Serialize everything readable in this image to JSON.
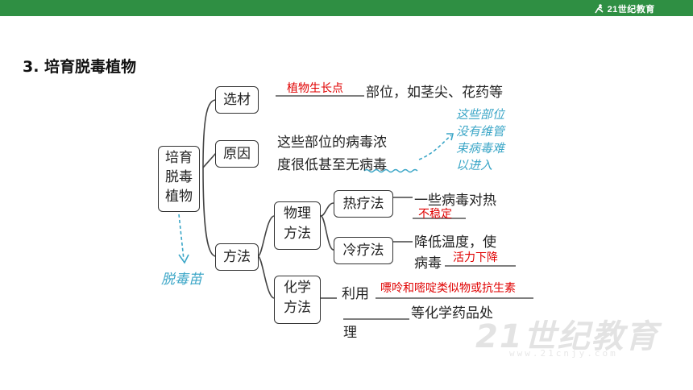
{
  "header": {
    "logo": "21世纪教育"
  },
  "heading": "3.  培育脱毒植物",
  "root": [
    "培育",
    "脱毒",
    "植物"
  ],
  "branches": {
    "xuancai": {
      "label": "选材",
      "answer": "植物生长点",
      "text": "部位，如茎尖、花药等"
    },
    "yuanyin": {
      "label": "原因",
      "line1": "这些部位的病毒浓",
      "line2_a": "度很低甚至",
      "line2_b": "无病毒"
    },
    "fangfa": {
      "label": "方法",
      "wuli": {
        "label": [
          "物理",
          "方法"
        ],
        "reliaofa": {
          "label": "热疗法",
          "text": "一些病毒对热",
          "answer": "不稳定"
        },
        "lengliaofa": {
          "label": "冷疗法",
          "line1": "降低温度，使",
          "line2": "病毒",
          "answer": "活力下降"
        }
      },
      "huaxue": {
        "label": [
          "化学",
          "方法"
        ],
        "prefix": "利用",
        "answer": "嘌呤和嘧啶类似物或抗生素",
        "line2": "等化学药品处",
        "line3": "理"
      }
    }
  },
  "notes": {
    "side": [
      "这些部位",
      "没有维管",
      "束病毒难",
      "以进入"
    ],
    "bottom": "脱毒苗"
  },
  "watermark": {
    "main": "21世纪教育",
    "sub": "www.21cnjy.com"
  },
  "colors": {
    "header": "#2f8f43",
    "answer": "#e00000",
    "handwriting": "#3ba6c7"
  }
}
